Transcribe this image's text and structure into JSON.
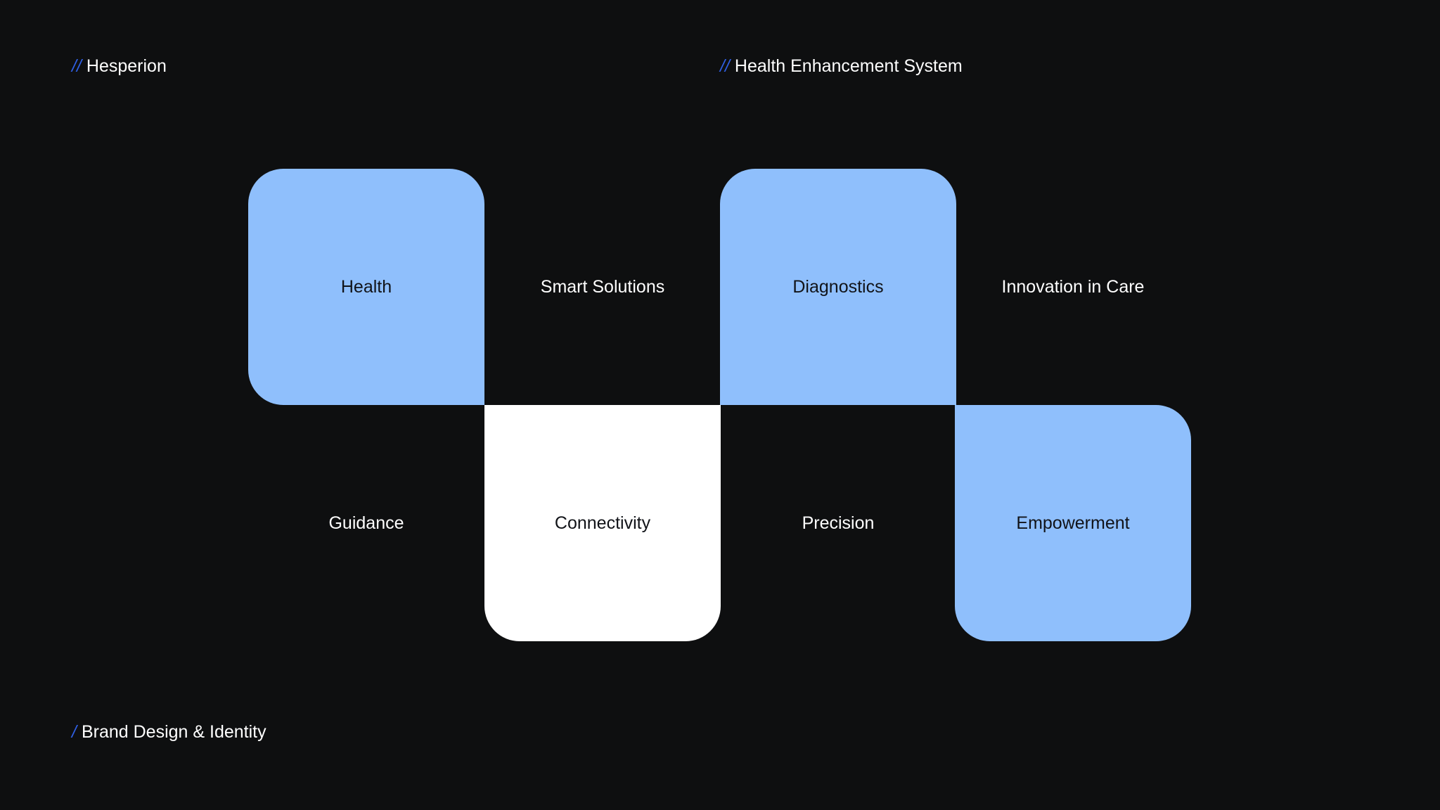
{
  "header": {
    "brand_slash": "//",
    "brand_name": "Hesperion",
    "system_slash": "//",
    "system_name": "Health Enhancement System"
  },
  "footer": {
    "slash": "/",
    "text": "Brand Design & Identity"
  },
  "grid": {
    "row1": [
      "Health",
      "Smart Solutions",
      "Diagnostics",
      "Innovation in Care"
    ],
    "row2": [
      "Guidance",
      "Connectivity",
      "Precision",
      "Empowerment"
    ]
  },
  "colors": {
    "background": "#0e0f10",
    "accent_tile": "#8fbffc",
    "white_tile": "#ffffff",
    "slash": "#2f5fe3"
  }
}
